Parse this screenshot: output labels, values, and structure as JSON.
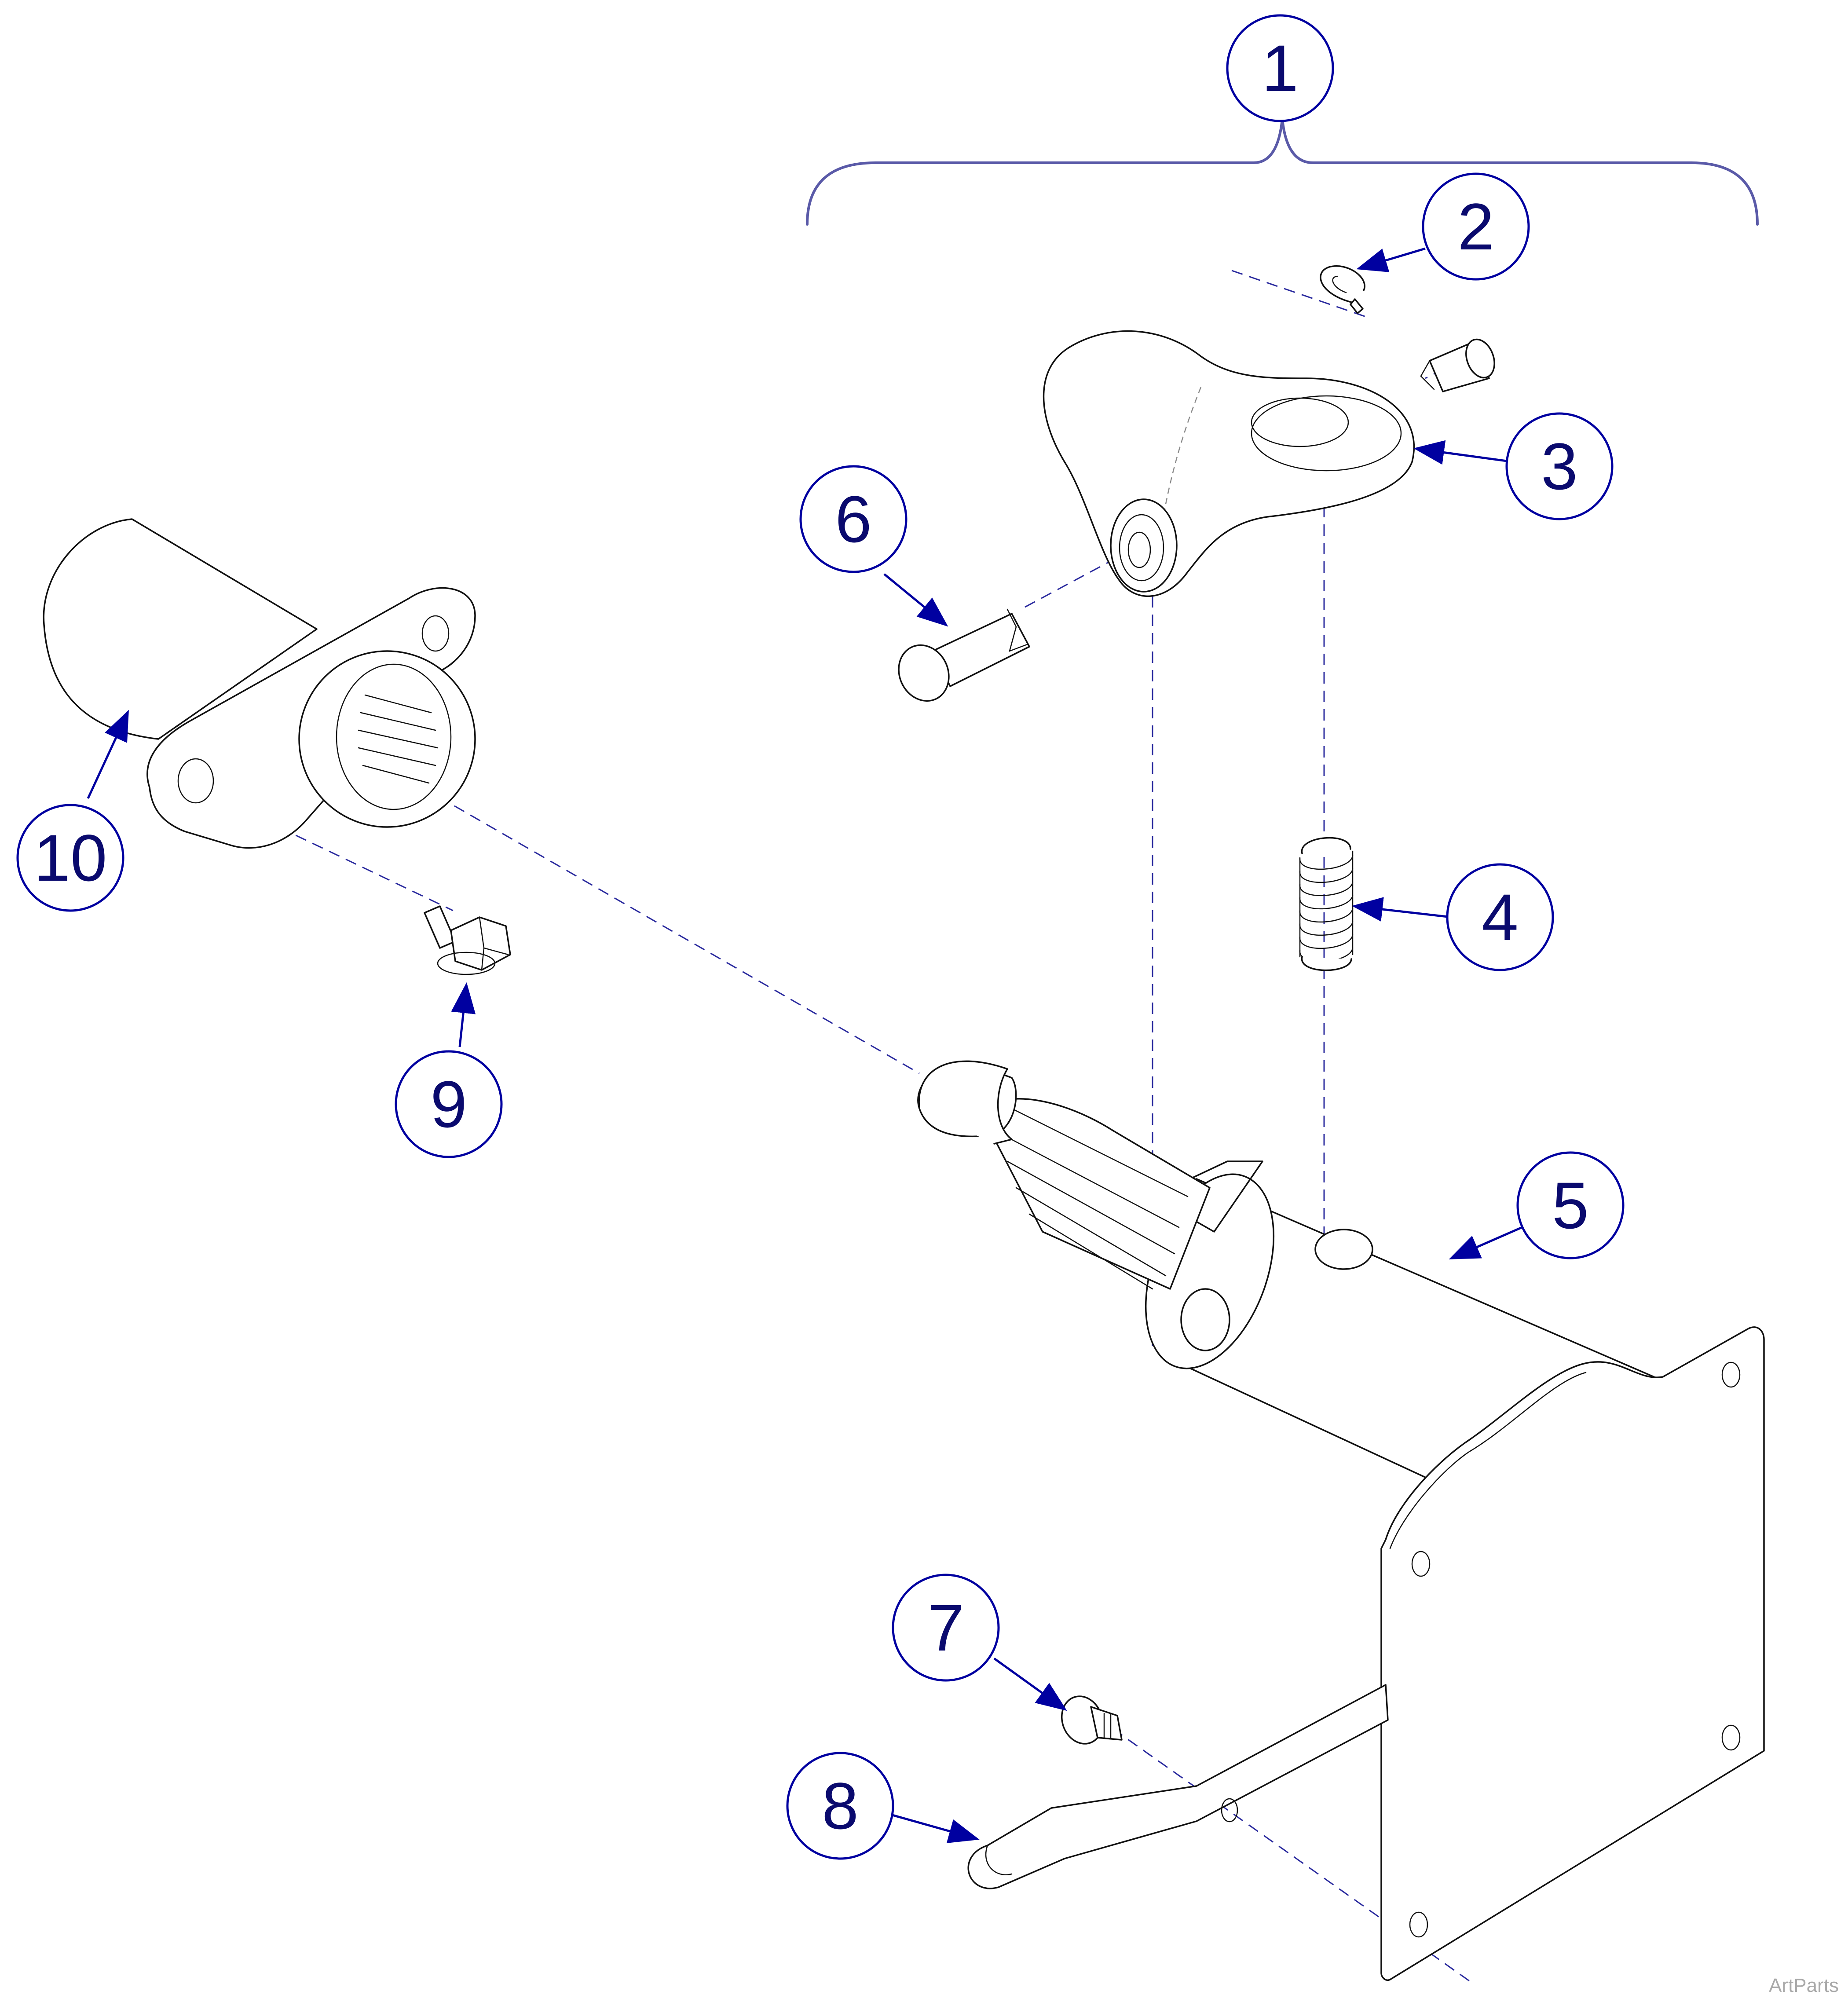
{
  "diagram": {
    "callouts": [
      {
        "id": "1",
        "label": "1"
      },
      {
        "id": "2",
        "label": "2"
      },
      {
        "id": "3",
        "label": "3"
      },
      {
        "id": "4",
        "label": "4"
      },
      {
        "id": "5",
        "label": "5"
      },
      {
        "id": "6",
        "label": "6"
      },
      {
        "id": "7",
        "label": "7"
      },
      {
        "id": "8",
        "label": "8"
      },
      {
        "id": "9",
        "label": "9"
      },
      {
        "id": "10",
        "label": "10"
      }
    ],
    "watermark": "ArtParts",
    "colors": {
      "callout": "#0000a0",
      "callout_text": "#0a0a6e",
      "dashed_guide": "#2a2a9e",
      "brace": "#5a5aa8",
      "part_outline": "#111111"
    }
  }
}
